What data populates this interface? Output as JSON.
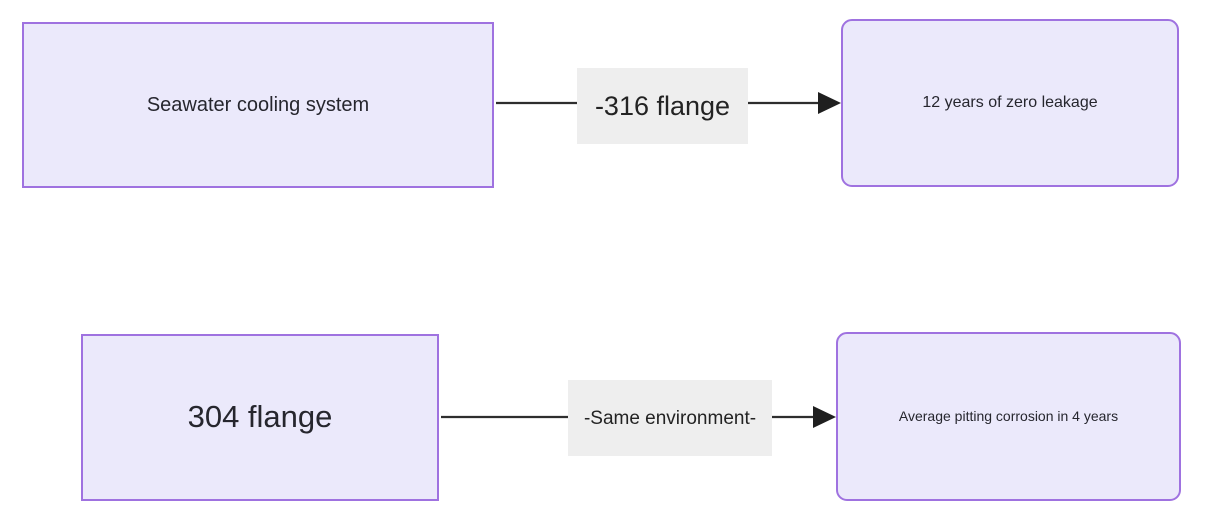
{
  "diagram": {
    "type": "flowchart",
    "direction": "left-to-right",
    "background_color": "#ffffff",
    "node_fill": "#ebe9fb",
    "node_border": "#9f72e0",
    "edge_color": "#2e2e2e",
    "edge_label_background": "#eeeeee",
    "text_color": "#26262e",
    "rows": [
      {
        "id": "row-316",
        "source": "Seawater cooling system",
        "edge_label": "-316 flange",
        "target": "12 years of zero leakage"
      },
      {
        "id": "row-304",
        "source": "304 flange",
        "edge_label": "-Same environment-",
        "target": "Average pitting corrosion in 4 years"
      }
    ],
    "nodes": {
      "seawater": {
        "label": "Seawater cooling system",
        "shape": "rectangle"
      },
      "zero_leakage": {
        "label": "12 years of zero leakage",
        "shape": "rounded-rectangle"
      },
      "flange_304": {
        "label": "304 flange",
        "shape": "rectangle"
      },
      "pitting": {
        "label": "Average pitting corrosion in 4 years",
        "shape": "rounded-rectangle"
      }
    },
    "edges": {
      "top": {
        "label": "-316 flange",
        "arrow": "arrow-head-right"
      },
      "bottom": {
        "label": "-Same environment-",
        "arrow": "arrow-head-right"
      }
    }
  }
}
